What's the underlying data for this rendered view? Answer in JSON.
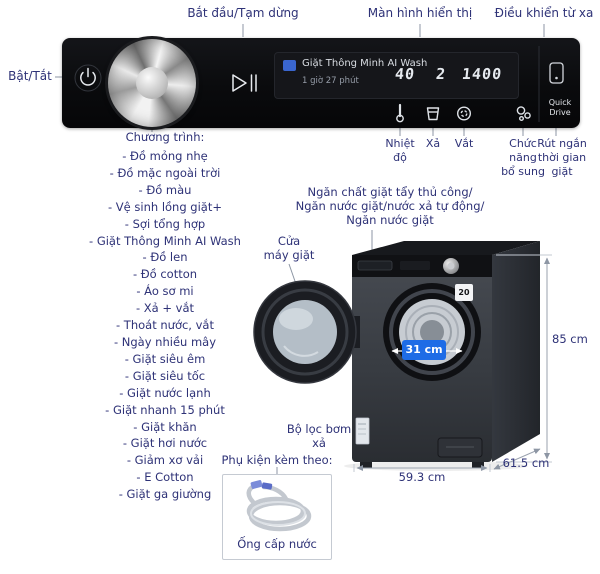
{
  "colors": {
    "label": "#2e3277",
    "accent_blue": "#1e6ce6",
    "panel_black": "#0a0b0d"
  },
  "top_labels": {
    "start_pause": "Bắt đầu/Tạm dừng",
    "display": "Màn hình hiển thị",
    "remote": "Điều khiển từ xa",
    "power": "Bật/Tắt"
  },
  "panel": {
    "program_name": "Giặt Thông Minh AI Wash",
    "duration": "1 giờ 27 phút",
    "temp_value": "40",
    "rinse_value": "2",
    "spin_value": "1400",
    "quick_drive": "Quick\nDrive"
  },
  "panel_labels": {
    "temperature": "Nhiệt\nđộ",
    "rinse": "Xả",
    "spin": "Vắt",
    "extra_functions": "Chức\nnăng\nbổ sung",
    "time_shorten": "Rút ngắn\nthời gian\ngiặt"
  },
  "programs": {
    "title": "Chương trình:",
    "items": [
      "- Đồ mỏng nhẹ",
      "- Đồ mặc ngoài trời",
      "- Đồ màu",
      "- Vệ sinh lồng giặt+",
      "- Sợi tổng hợp",
      "- Giặt Thông Minh AI Wash",
      "- Đồ len",
      "- Đồ cotton",
      "- Áo sơ mi",
      "- Xả + vắt",
      "- Thoát nước, vắt",
      "- Ngày nhiều mây",
      "- Giặt siêu êm",
      "- Giặt siêu tốc",
      "- Giặt nước lạnh",
      "- Giặt nhanh 15 phút",
      "- Giặt khăn",
      "- Giặt hơi nước",
      "- Giảm xơ vải",
      "- E Cotton",
      "- Giặt ga giường"
    ]
  },
  "machine": {
    "drawer_label": "Ngăn chất giặt tẩy thủ công/\nNgăn nước giặt/nước xả tự động/\nNgăn nước giặt",
    "door_label": "Cửa\nmáy giặt",
    "door_width": "31 cm",
    "filter_label": "Bộ lọc bơm xả",
    "height": "85 cm",
    "width": "59.3 cm",
    "depth": "61.5 cm",
    "badge": "20"
  },
  "accessories": {
    "title": "Phụ kiện kèm theo:",
    "item": "Ống cấp nước"
  }
}
